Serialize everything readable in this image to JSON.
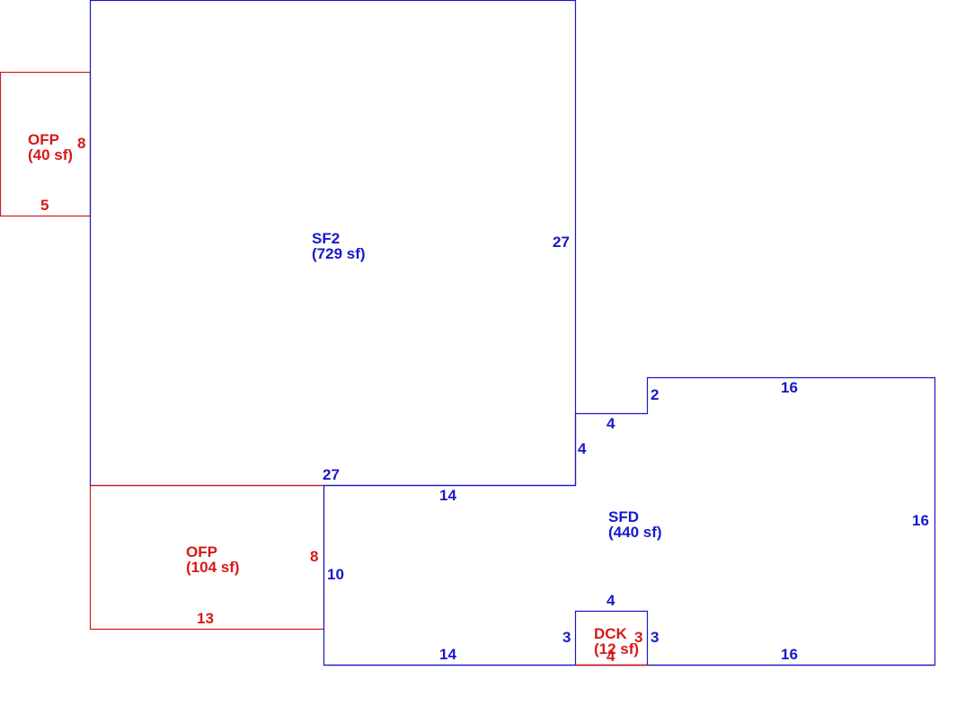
{
  "colors": {
    "living": "#1818c8",
    "other": "#d81818"
  },
  "areas": {
    "sf2": {
      "code": "SF2",
      "size": "(729 sf)"
    },
    "sfd": {
      "code": "SFD",
      "size": "(440 sf)"
    },
    "ofp_top": {
      "code": "OFP",
      "size": "(40 sf)"
    },
    "ofp_bottom": {
      "code": "OFP",
      "size": "(104 sf)"
    },
    "dck": {
      "code": "DCK",
      "size": "(12 sf)"
    }
  },
  "dimensions": {
    "ofp_top_side": "8",
    "ofp_top_bottom": "5",
    "sf2_right": "27",
    "sf2_bottom": "27",
    "sfd_step_top": "16",
    "sfd_step_side": "2",
    "sfd_notch_horizontal": "4",
    "sfd_notch_vertical": "4",
    "sfd_top_left": "14",
    "sfd_right": "16",
    "sfd_left": "10",
    "sfd_bottom_left": "14",
    "sfd_bottom_right": "16",
    "ofp_bottom_side": "8",
    "ofp_bottom_bottom": "13",
    "dck_top": "4",
    "dck_left": "3",
    "dck_right_inner": "3",
    "dck_right_outer": "3",
    "dck_bottom": "4"
  }
}
